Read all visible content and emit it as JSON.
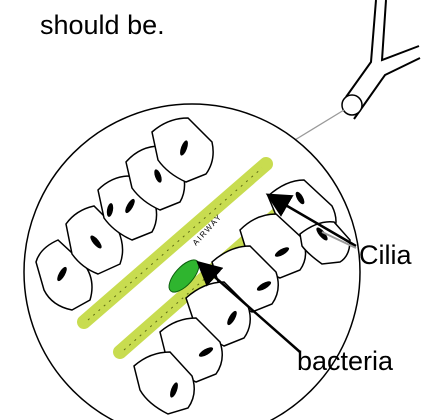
{
  "caption_text": "should be.",
  "labels": {
    "cilia": "Cilia",
    "bacteria": "bacteria",
    "airway": "AIRWAY"
  },
  "colors": {
    "cilia_yellow": "#c8dc50",
    "bacteria_green": "#2fb52f",
    "outline": "#000000",
    "callout_grey": "#9a9a9a"
  },
  "icons": {
    "trachea": "bronchial-branch-icon",
    "magnifier": "zoom-circle-icon"
  }
}
